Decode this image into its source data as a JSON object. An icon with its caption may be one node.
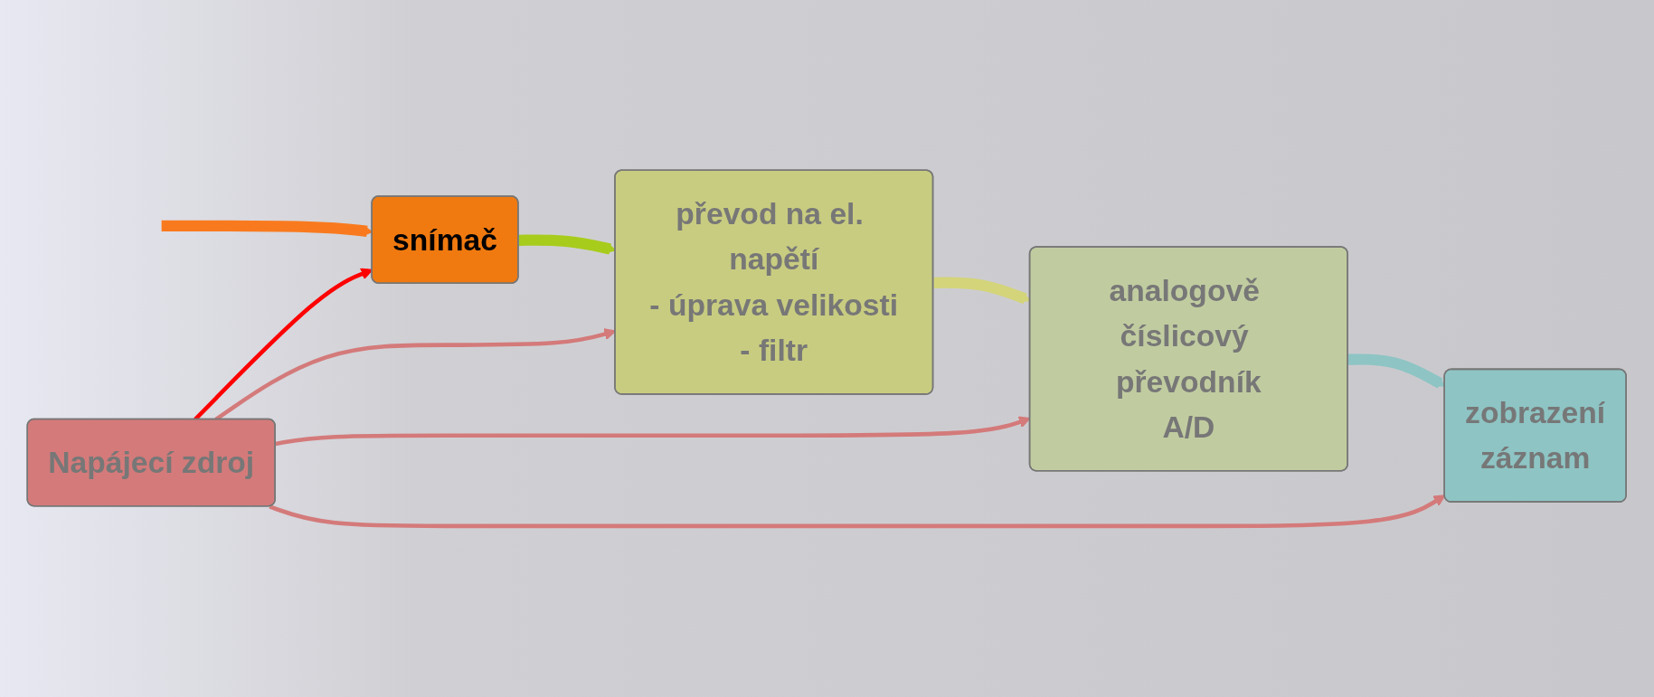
{
  "diagram": {
    "nodes": [
      {
        "text": [
          "Napájecí zdroj"
        ]
      },
      {
        "text": [
          "snímač"
        ]
      },
      {
        "text": [
          "převod na el. napětí",
          "- úprava velikosti",
          "- filtr"
        ]
      },
      {
        "text": [
          "analogově číslicový převodník",
          "A/D"
        ]
      },
      {
        "text": [
          "zobrazení",
          "záznam"
        ]
      }
    ],
    "edges": [
      {
        "from": null,
        "to": 1,
        "arrow": "to",
        "style": "thick",
        "color": "#f97a1e"
      },
      {
        "from": 1,
        "to": 2,
        "arrow": "to",
        "style": "thick",
        "color": "#a8cc1c"
      },
      {
        "from": 2,
        "to": 3,
        "arrow": "to",
        "style": "thick",
        "color": "#d4d47a"
      },
      {
        "from": 3,
        "to": 4,
        "arrow": "to",
        "style": "thick",
        "color": "#8ec4c4"
      },
      {
        "from": 0,
        "to": 1,
        "arrow": "to",
        "color": "#ff0000"
      },
      {
        "from": 0,
        "to": 2,
        "arrow": "to",
        "color": "#d47a7a"
      },
      {
        "from": 0,
        "to": 3,
        "arrow": "to",
        "color": "#d47a7a"
      },
      {
        "from": 0,
        "to": 4,
        "arrow": "to",
        "color": "#d47a7a"
      }
    ]
  }
}
